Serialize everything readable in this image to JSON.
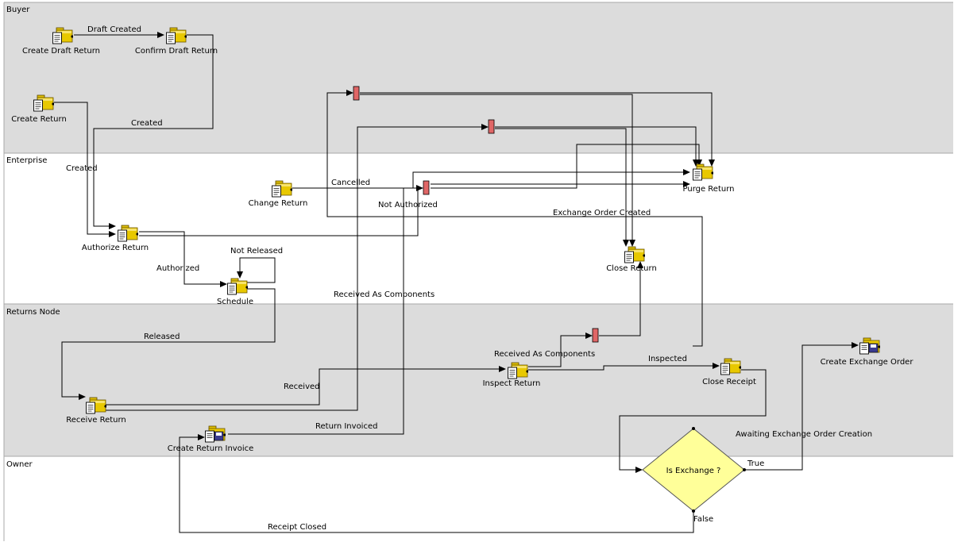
{
  "lanes": {
    "buyer": "Buyer",
    "enterprise": "Enterprise",
    "returns_node": "Returns Node",
    "owner": "Owner"
  },
  "nodes": {
    "create_draft_return": "Create Draft Return",
    "confirm_draft_return": "Confirm Draft Return",
    "create_return": "Create Return",
    "change_return": "Change Return",
    "authorize_return": "Authorize Return",
    "schedule": "Schedule",
    "purge_return": "Purge Return",
    "close_return": "Close Return",
    "receive_return": "Receive Return",
    "inspect_return": "Inspect Return",
    "close_receipt": "Close Receipt",
    "create_exchange_order": "Create Exchange Order",
    "create_return_invoice": "Create Return Invoice",
    "is_exchange": "Is Exchange ?"
  },
  "edges": {
    "draft_created": "Draft Created",
    "created_buyer": "Created",
    "created_enterprise": "Created",
    "cancelled": "Cancelled",
    "not_authorized": "Not Authorized",
    "exchange_order_created": "Exchange Order Created",
    "not_released": "Not Released",
    "authorized": "Authorized",
    "received_as_components_1": "Received As Components",
    "received_as_components_2": "Received As Components",
    "released": "Released",
    "inspected": "Inspected",
    "received": "Received",
    "return_invoiced": "Return Invoiced",
    "awaiting_exchange_order_creation": "Awaiting Exchange Order Creation",
    "true_label": "True",
    "false_label": "False",
    "receipt_closed": "Receipt Closed"
  },
  "colors": {
    "lane_gray": "#dcdcdc",
    "decision_fill": "#ffff99",
    "join_bar": "#e06666",
    "task_folder": "#d4b000"
  }
}
